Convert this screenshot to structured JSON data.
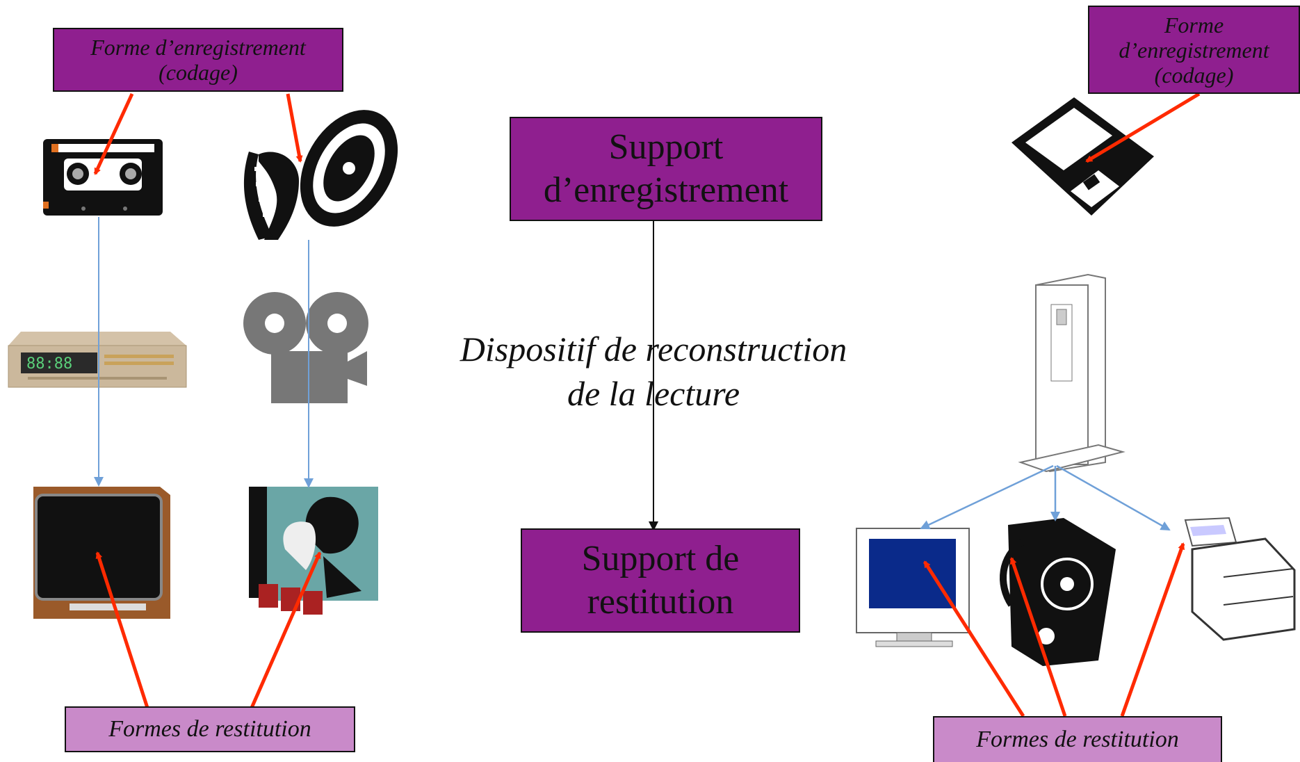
{
  "left": {
    "coding_label": [
      "Forme d’enregistrement",
      "(codage)"
    ],
    "restitution_label": "Formes de restitution"
  },
  "center": {
    "support_enregistrement": [
      "Support",
      "d’enregistrement"
    ],
    "dispositif": [
      "Dispositif de reconstruction",
      "de la lecture"
    ],
    "support_restitution": [
      "Support de",
      "restitution"
    ]
  },
  "right": {
    "coding_label": [
      "Forme",
      "d’enregistrement",
      "(codage)"
    ],
    "restitution_label": "Formes de restitution"
  },
  "colors": {
    "box_dark": "#8f1f8f",
    "box_light": "#c98ac9",
    "arrow_red": "#ff2a00",
    "arrow_blue": "#6fa0d8"
  },
  "icons": [
    "cassette-icon",
    "film-reel-icon",
    "vcr-icon",
    "projector-icon",
    "tv-icon",
    "cinema-poster-icon",
    "floppy-disk-icon",
    "server-tower-icon",
    "monitor-icon",
    "speaker-icon",
    "printer-icon"
  ]
}
